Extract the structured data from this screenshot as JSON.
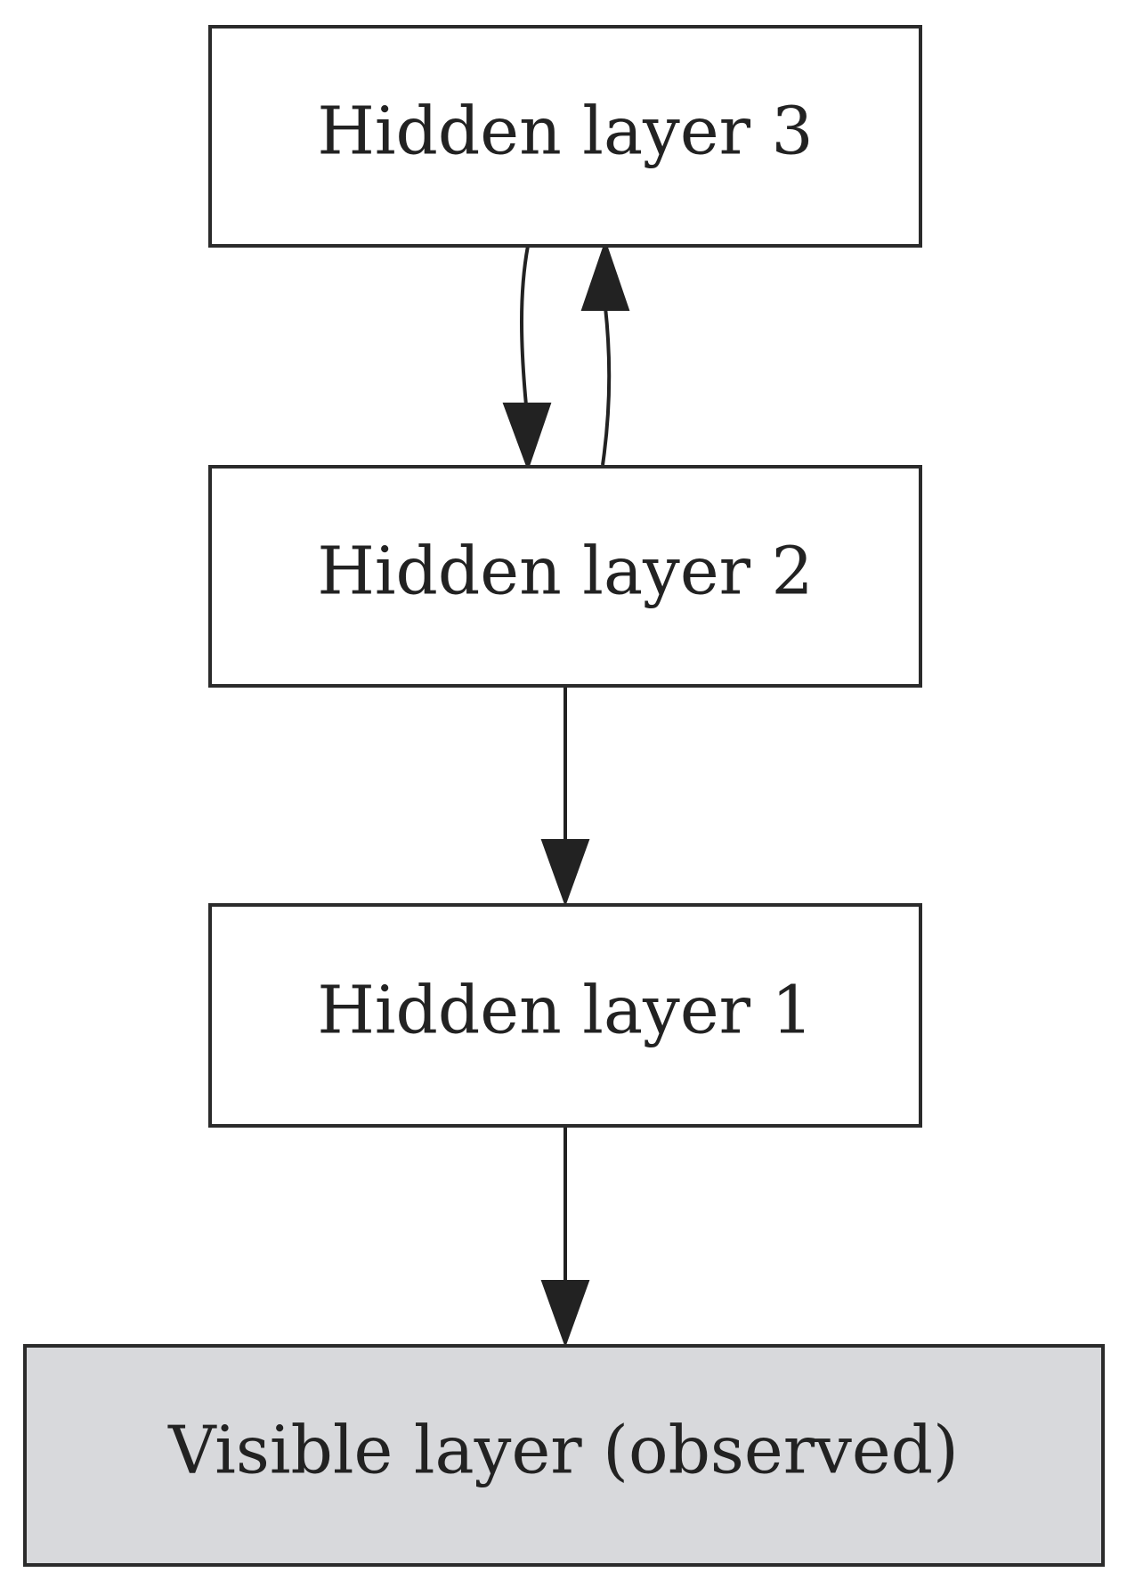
{
  "nodes": [
    {
      "id": "hidden3",
      "label": "Hidden layer 3",
      "fill": "#ffffff"
    },
    {
      "id": "hidden2",
      "label": "Hidden layer 2",
      "fill": "#ffffff"
    },
    {
      "id": "hidden1",
      "label": "Hidden layer 1",
      "fill": "#ffffff"
    },
    {
      "id": "visible",
      "label": "Visible layer (observed)",
      "fill": "#d8d9dc"
    }
  ],
  "edges": [
    {
      "from": "hidden3",
      "to": "hidden2"
    },
    {
      "from": "hidden2",
      "to": "hidden3"
    },
    {
      "from": "hidden2",
      "to": "hidden1"
    },
    {
      "from": "hidden1",
      "to": "visible"
    }
  ],
  "colors": {
    "stroke": "#2b2b2b",
    "text": "#222222",
    "observed_fill": "#d8d9dc"
  }
}
